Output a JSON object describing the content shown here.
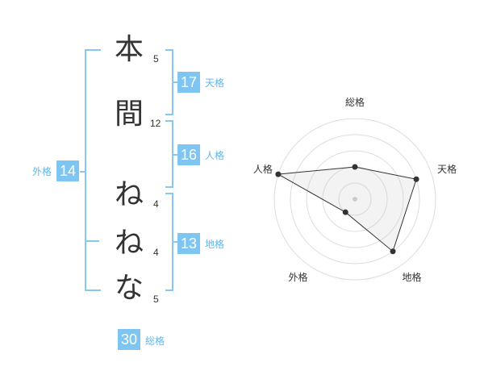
{
  "name": {
    "chars": [
      {
        "char": "本",
        "strokes": "5"
      },
      {
        "char": "間",
        "strokes": "12"
      },
      {
        "char": "ね",
        "strokes": "4"
      },
      {
        "char": "ね",
        "strokes": "4"
      },
      {
        "char": "な",
        "strokes": "5"
      }
    ]
  },
  "fortune": {
    "tenkaku": {
      "value": "17",
      "label": "天格"
    },
    "jinkaku": {
      "value": "16",
      "label": "人格"
    },
    "chikaku": {
      "value": "13",
      "label": "地格"
    },
    "gaikaku": {
      "value": "14",
      "label": "外格"
    },
    "soukaku": {
      "value": "30",
      "label": "総格"
    }
  },
  "colors": {
    "accent": "#7ec5f1",
    "bracket": "#86c8f0",
    "label": "#5fb6ec"
  },
  "chart_data": {
    "type": "radar",
    "axes": [
      "総格",
      "天格",
      "地格",
      "外格",
      "人格"
    ],
    "values": [
      2,
      4,
      4,
      1,
      5
    ],
    "rmax": 5,
    "rings": 5
  }
}
